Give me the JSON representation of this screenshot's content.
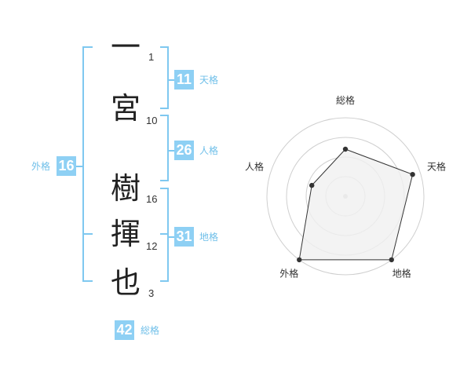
{
  "name_chars": [
    {
      "char": "一",
      "strokes": "1"
    },
    {
      "char": "宮",
      "strokes": "10"
    },
    {
      "char": "樹",
      "strokes": "16"
    },
    {
      "char": "揮",
      "strokes": "12"
    },
    {
      "char": "也",
      "strokes": "3"
    }
  ],
  "scores": {
    "tenkaku": {
      "value": "11",
      "label": "天格"
    },
    "jinkaku": {
      "value": "26",
      "label": "人格"
    },
    "chikaku": {
      "value": "31",
      "label": "地格"
    },
    "gaikaku": {
      "value": "16",
      "label": "外格"
    },
    "soukaku": {
      "value": "42",
      "label": "総格"
    }
  },
  "colors": {
    "accent": "#8ed0f4",
    "accent_text": "#6fbfe9",
    "radar_fill": "#f0f0f0",
    "radar_line": "#333333"
  },
  "chart_data": {
    "type": "radar",
    "axes": [
      "総格",
      "天格",
      "地格",
      "外格",
      "人格"
    ],
    "values": [
      0.6,
      0.9,
      1.0,
      1.0,
      0.45
    ],
    "range": [
      0,
      1
    ],
    "rings": 4
  }
}
